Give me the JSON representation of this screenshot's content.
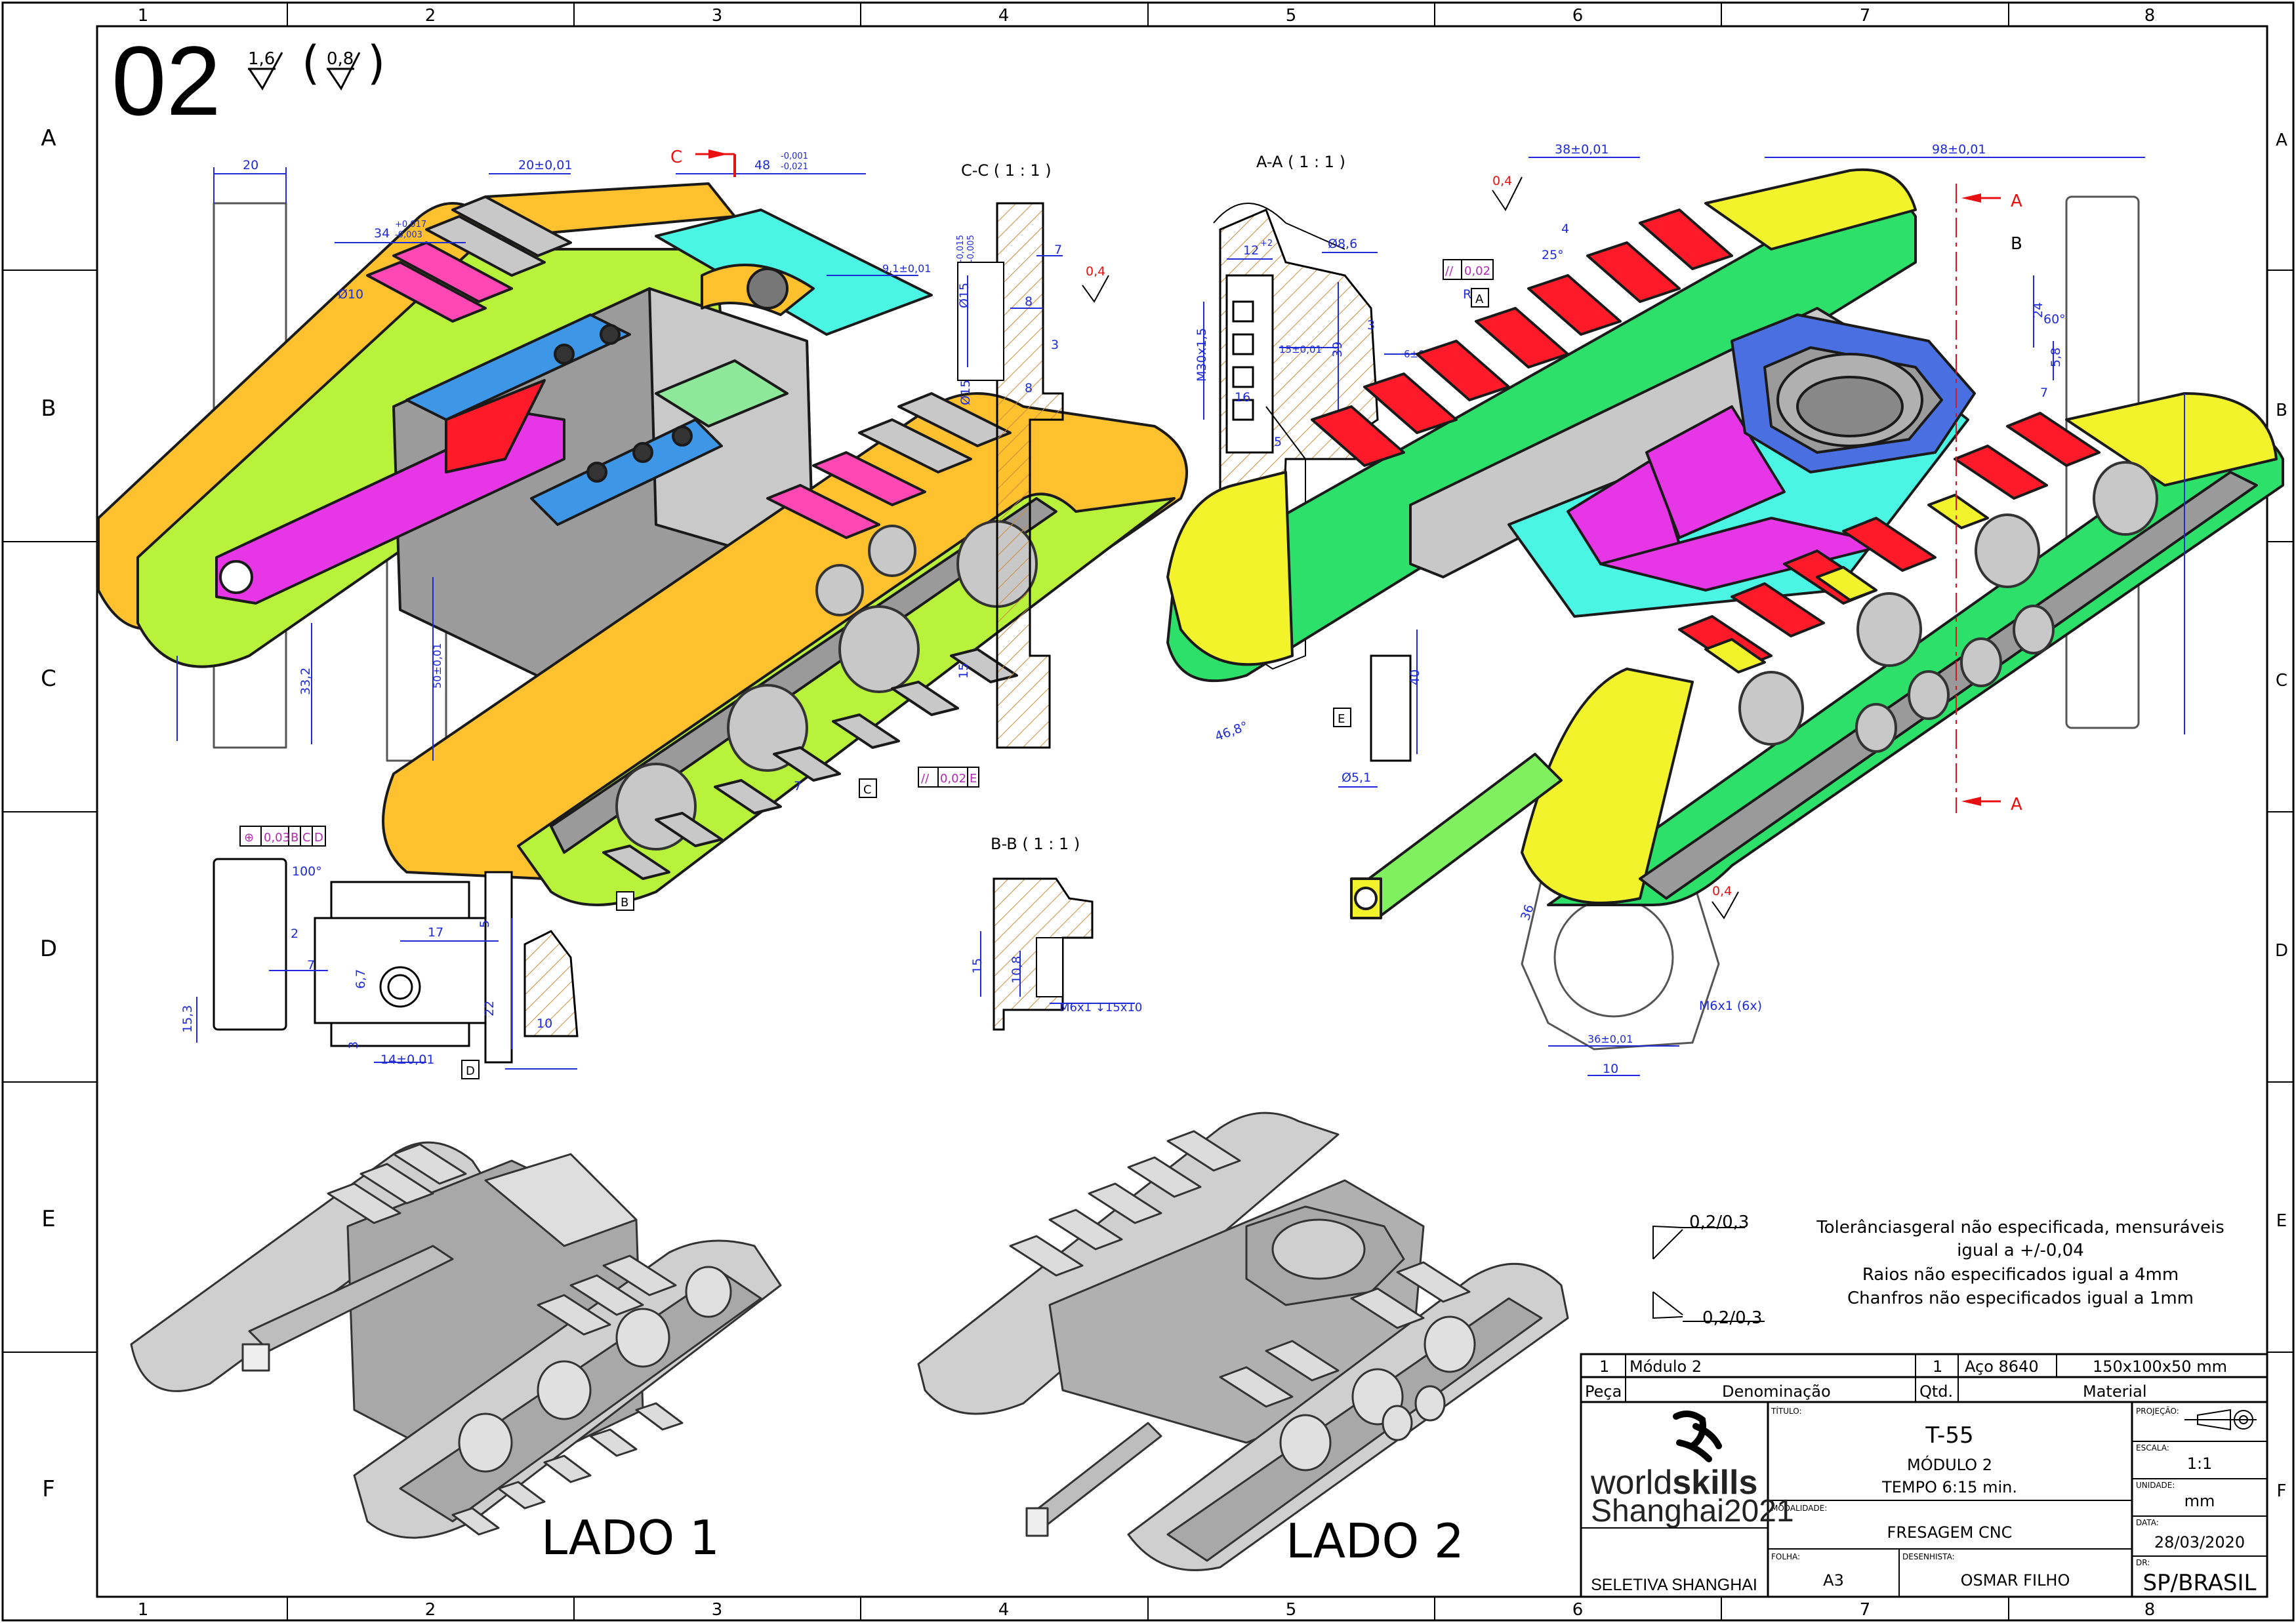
{
  "sheet": {
    "number": "02",
    "roughness_main": "1,6",
    "roughness_alt": "0,8",
    "grid_cols": [
      "1",
      "2",
      "3",
      "4",
      "5",
      "6",
      "7",
      "8"
    ],
    "grid_rows": [
      "A",
      "B",
      "C",
      "D",
      "E",
      "F"
    ]
  },
  "views": {
    "cc": "C-C ( 1 : 1 )",
    "aa": "A-A ( 1 : 1 )",
    "bb": "B-B ( 1 : 1 )",
    "section_c": "C",
    "section_a": "A",
    "section_b": "B",
    "side1": "LADO 1",
    "side2": "LADO 2"
  },
  "dims": {
    "d20": "20",
    "d20t": "20±0,01",
    "d48": "48",
    "d48tol_up": "-0,001",
    "d48tol_lo": "-0,021",
    "d34": "34",
    "d34tol_up": "+0,017",
    "d34tol_lo": "-0,003",
    "d10": "Ø10",
    "d91": "9,1±0,01",
    "d332": "33,2",
    "d50": "50±0,01",
    "cc15": "Ø15",
    "cc15tol_up": "-0,015",
    "cc15tol_lo": "-0,005",
    "cc7": "7",
    "cc8a": "8",
    "cc3": "3",
    "cc8b": "8",
    "cc15b": "Ø15",
    "cc04": "0,4",
    "d7": "7",
    "d15": "15",
    "dC": "C",
    "par002E": "0,02",
    "par002E_ref": "E",
    "pos003": "0,03",
    "pos_B": "B",
    "pos_C": "C",
    "pos_D": "D",
    "d100": "100°",
    "d17": "17",
    "d5": "5",
    "d2": "2",
    "d7b": "7",
    "d67": "6,7",
    "d153": "15,3",
    "d3": "3",
    "d14": "14±0,01",
    "d22": "22",
    "d10b": "10",
    "datumD": "D",
    "datumB": "B",
    "bb15": "15",
    "bb108": "10,8",
    "bbM6": "M6x1 ↧15x10",
    "aa12": "12",
    "aa12tol": "+2",
    "aa86": "Ø8,6",
    "aaM30": "M30x1,5",
    "aa15": "15±0,01",
    "aa39": "39",
    "aa6": "6±0,01",
    "aa3": "3",
    "aa16": "16",
    "aa5": "5",
    "aa40": "40",
    "aa468": "46,8°",
    "aa51": "Ø5,1",
    "aaE": "E",
    "d38": "38±0,01",
    "d98": "98±0,01",
    "d04a": "0,4",
    "par002": "0,02",
    "datumA": "A",
    "dR8": "R8",
    "d25": "25°",
    "d4": "4",
    "d60": "60°",
    "d24": "24",
    "d58": "5,8",
    "d7c": "7",
    "d36": "36",
    "d36b": "36±0,01",
    "d10c": "10",
    "dM6": "M6x1 (6x)",
    "d04b": "0,4"
  },
  "notes": {
    "chamfer1": "0,2/0,3",
    "chamfer2": "0,2/0,3",
    "line1": "Tolerânciasgeral não especificada, mensuráveis",
    "line2": "igual a +/-0,04",
    "line3": "Raios não especificados igual a 4mm",
    "line4": "Chanfros não especificados igual a 1mm"
  },
  "titleblock": {
    "bom_qty_left": "1",
    "bom_name": "Módulo 2",
    "bom_qty": "1",
    "bom_material": "Aço 8640",
    "bom_size": "150x100x50 mm",
    "h_peca": "Peça",
    "h_denominacao": "Denominação",
    "h_qtd": "Qtd.",
    "h_material": "Material",
    "logo_world": "world",
    "logo_skills": "skills",
    "logo_city": "Shanghai2021",
    "seletiva": "SELETIVA SHANGHAI",
    "lbl_titulo": "TÍTULO:",
    "title": "T-55",
    "subtitle": "MÓDULO 2",
    "tempo": "TEMPO 6:15 min.",
    "lbl_modalidade": "MODALIDADE:",
    "modalidade": "FRESAGEM CNC",
    "lbl_folha": "FOLHA:",
    "folha": "A3",
    "lbl_desenhista": "DESENHISTA:",
    "desenhista": "OSMAR FILHO",
    "lbl_projecao": "PROJEÇÃO:",
    "lbl_escala": "ESCALA:",
    "escala": "1:1",
    "lbl_unidade": "UNIDADE:",
    "unidade": "mm",
    "lbl_data": "DATA:",
    "data": "28/03/2020",
    "lbl_dr": "DR:",
    "dr": "SP/BRASIL"
  },
  "colors": {
    "orange": "#ffc22e",
    "lime": "#b9f23a",
    "green": "#2de06a",
    "yellow": "#f3f32c",
    "cyan": "#4af5e4",
    "blue": "#3e96e6",
    "magenta": "#e636e6",
    "pink": "#ff48b4",
    "red": "#ff1a2a",
    "gray": "#b8b8b8",
    "darkgray": "#7a7a7a",
    "dim": "#1e2bd6",
    "gdt": "#b02ab0",
    "section": "#e81010",
    "hatch": "#c98a3e"
  }
}
